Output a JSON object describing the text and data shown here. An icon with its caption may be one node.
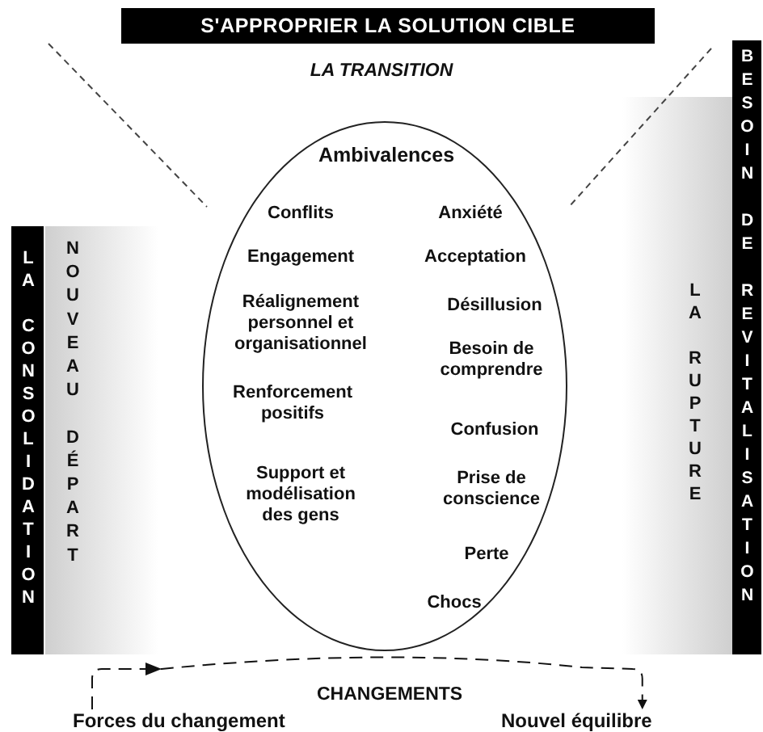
{
  "diagram": {
    "nodes": [
      {
        "text": [
          "S'APPROPRIER LA SOLUTION CIBLE"
        ]
      },
      {
        "text": [
          "LA CONSOLIDATION"
        ]
      },
      {
        "text": [
          "Ambivalences",
          "Conflits",
          "Engagement",
          "Réalignement personnel et organisationnel",
          "Renforcement positifs",
          "Support et modélisation des gens",
          "Anxiété",
          "Acceptation",
          "Désillusion",
          "Besoin de comprendre",
          "Confusion",
          "Prise de conscience",
          "Perte",
          "Chocs"
        ]
      },
      {
        "text": [
          "BESOIN DE REVITALISATION"
        ]
      },
      {
        "text": [
          "Forces du changement"
        ]
      },
      {
        "text": [
          "Nouvel équilibre"
        ]
      }
    ],
    "edges": [
      {
        "from": 4,
        "to": 5,
        "arrow": "to",
        "style": "dashed"
      }
    ],
    "labels": [
      "LA TRANSITION",
      "NOUVEAU DÉPART",
      "LA RUPTURE",
      "CHANGEMENTS"
    ]
  }
}
